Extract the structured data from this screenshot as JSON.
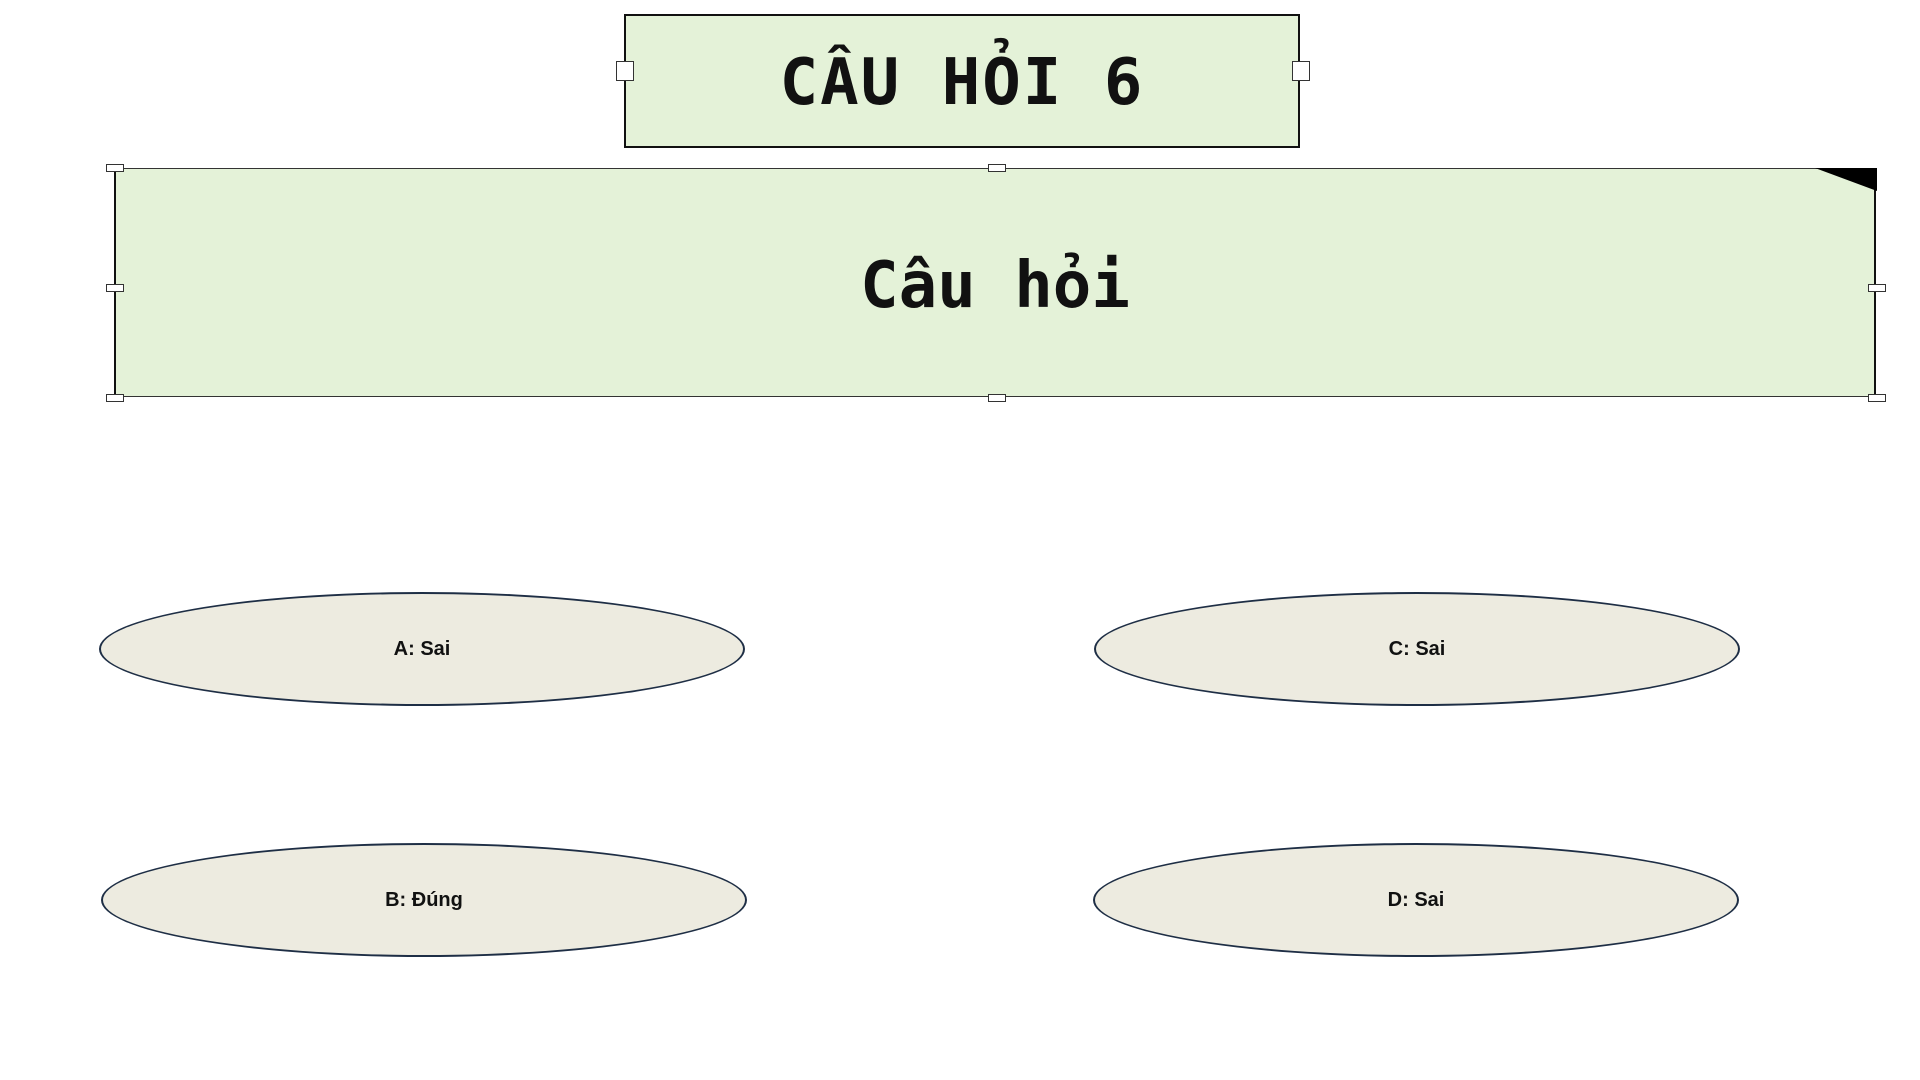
{
  "title": {
    "text": "CÂU HỎI 6"
  },
  "question": {
    "text": "Câu hỏi"
  },
  "answers": [
    {
      "id": "A",
      "label": "A: Sai"
    },
    {
      "id": "B",
      "label": "B: Đúng"
    },
    {
      "id": "C",
      "label": "C: Sai"
    },
    {
      "id": "D",
      "label": "D: Sai"
    }
  ],
  "colors": {
    "box_fill": "#e4f2d8",
    "answer_fill": "#edebe0",
    "answer_border": "#1e2e45"
  }
}
